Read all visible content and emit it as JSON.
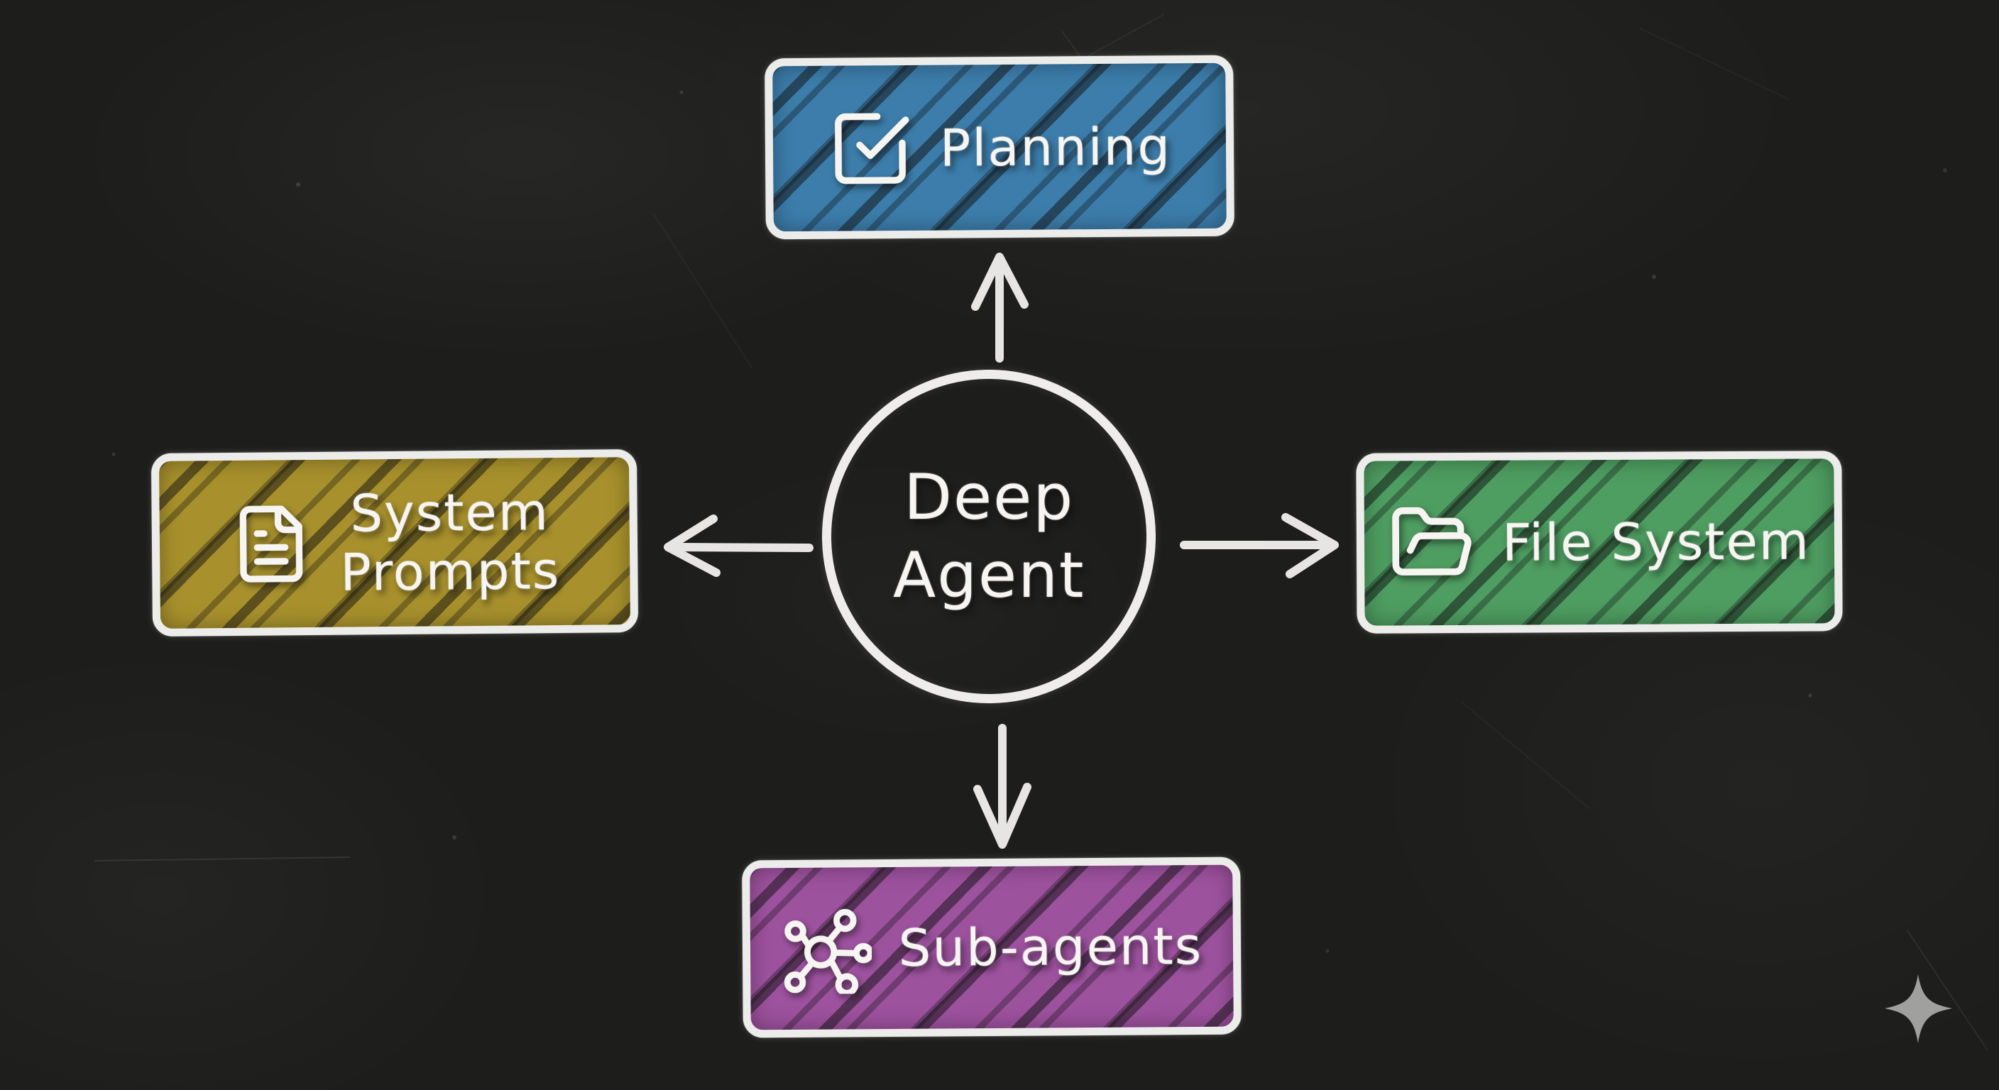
{
  "theme": {
    "background_color": "#1d1d1b",
    "chalk_color": "#f2f1ed"
  },
  "center_node": {
    "id": "deep-agent",
    "lines": [
      "Deep",
      "Agent"
    ]
  },
  "nodes": {
    "planning": {
      "label": "Planning",
      "color": "#3c7dab",
      "icon": "checkbox-icon",
      "position": "top"
    },
    "system_prompts": {
      "lines": [
        "System",
        "Prompts"
      ],
      "color": "#a8912c",
      "icon": "document-icon",
      "position": "left"
    },
    "file_system": {
      "label": "File System",
      "color": "#4e9d61",
      "icon": "open-folder-icon",
      "position": "right"
    },
    "sub_agents": {
      "label": "Sub-agents",
      "color": "#9d529e",
      "icon": "network-icon",
      "position": "bottom"
    }
  },
  "connections": [
    {
      "from": "deep-agent",
      "to": "planning",
      "direction": "up"
    },
    {
      "from": "deep-agent",
      "to": "system_prompts",
      "direction": "left"
    },
    {
      "from": "deep-agent",
      "to": "file_system",
      "direction": "right"
    },
    {
      "from": "deep-agent",
      "to": "sub_agents",
      "direction": "down"
    }
  ],
  "watermark": {
    "icon": "sparkle-icon",
    "color": "#b3b3b0"
  }
}
